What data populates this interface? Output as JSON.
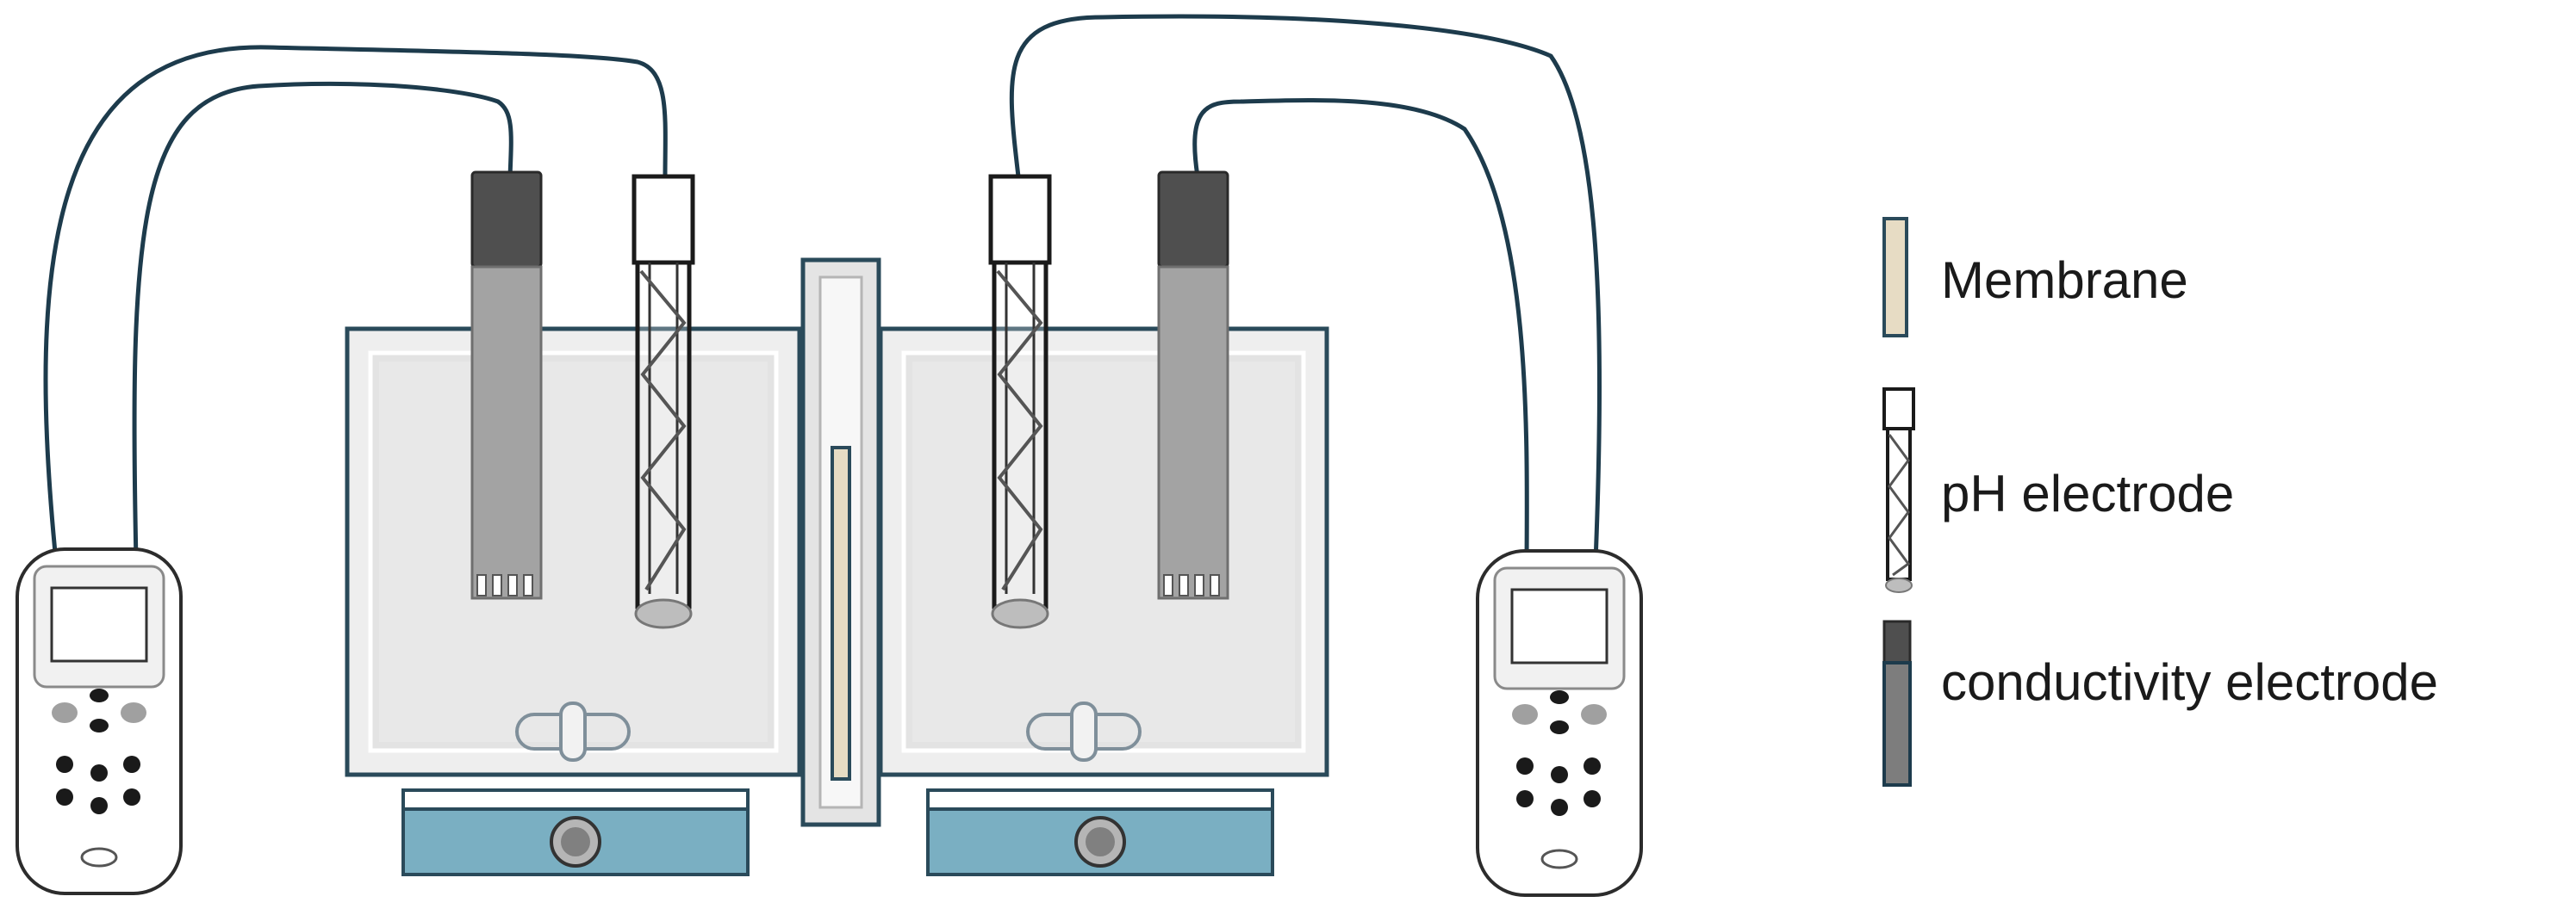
{
  "legend": {
    "membrane": "Membrane",
    "ph_electrode": "pH electrode",
    "conductivity_electrode": "conductivity electrode"
  },
  "colors": {
    "cable": "#1d3b4c",
    "outline": "#2a4a5a",
    "tank_fill": "#eeeeee",
    "stirrer_base": "#7aafc2",
    "membrane_fill": "#e7dcc4",
    "conductivity_body": "#a7a7a7",
    "conductivity_cap": "#5a5a5a"
  }
}
